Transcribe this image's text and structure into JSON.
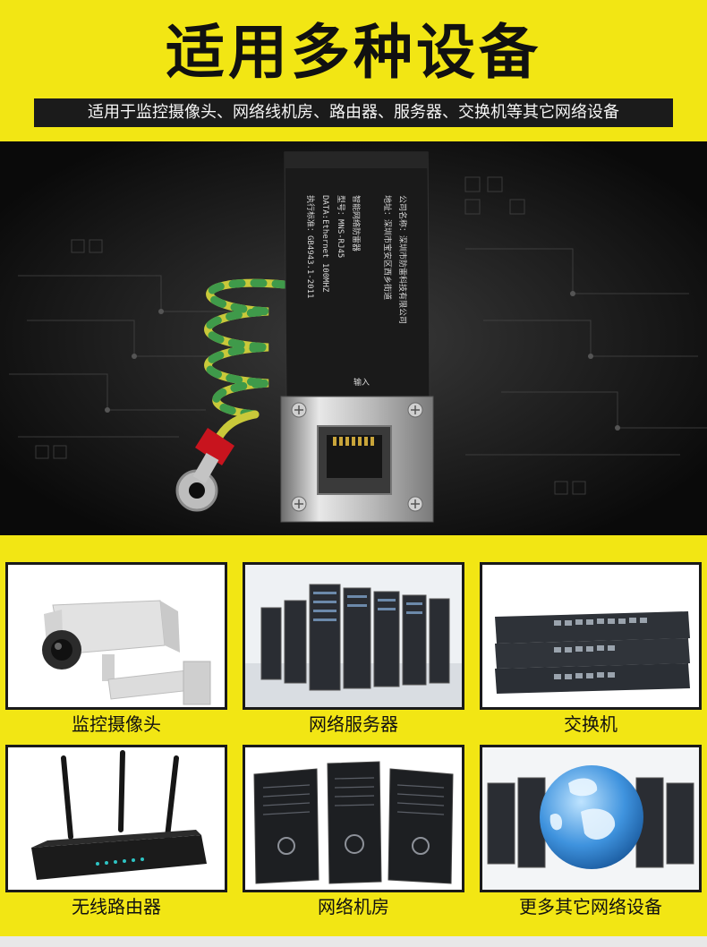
{
  "header": {
    "title": "适用多种设备",
    "subtitle": "适用于监控摄像头、网络线机房、路由器、服务器、交换机等其它网络设备"
  },
  "product": {
    "body_lines": [
      "智能网络防雷器",
      "型号：MNS-RJ45",
      "DATA:Ethernet 100MHZ",
      "执行标准：GB4943.1-2011",
      "地址：深圳市宝安区西乡街道",
      "公司名称：深圳市防雷科技有限公司"
    ],
    "port_label": "输入"
  },
  "devices": [
    {
      "label": "监控摄像头",
      "icon": "camera-icon"
    },
    {
      "label": "网络服务器",
      "icon": "server-rack-icon"
    },
    {
      "label": "交换机",
      "icon": "network-switch-icon"
    },
    {
      "label": "无线路由器",
      "icon": "wifi-router-icon"
    },
    {
      "label": "网络机房",
      "icon": "tower-server-icon"
    },
    {
      "label": "更多其它网络设备",
      "icon": "globe-network-icon"
    }
  ],
  "colors": {
    "accent": "#f2e614",
    "dark": "#0e0e0e",
    "text": "#111111"
  }
}
